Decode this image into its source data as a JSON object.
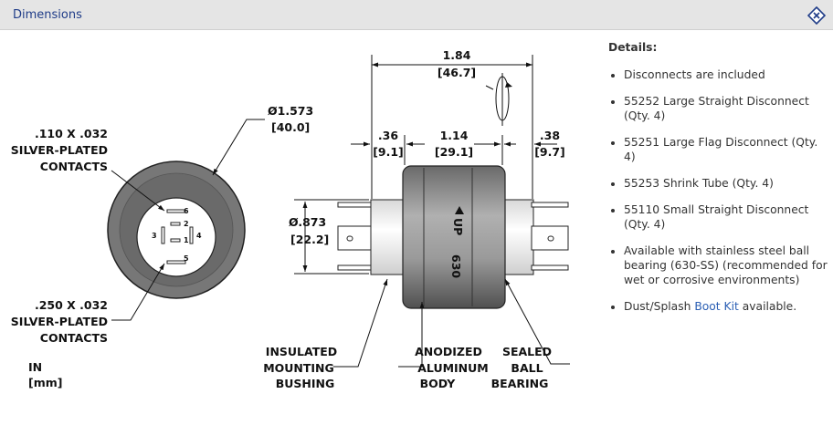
{
  "header": {
    "title": "Dimensions",
    "icon": "expand-diamond-icon"
  },
  "drawing": {
    "labels": {
      "contacts_top": [
        ".110 X .032",
        "SILVER-PLATED",
        "CONTACTS"
      ],
      "contacts_bottom": [
        ".250 X .032",
        "SILVER-PLATED",
        "CONTACTS"
      ],
      "units": [
        "IN",
        "[mm]"
      ],
      "bushing": [
        "INSULATED",
        "MOUNTING",
        "BUSHING"
      ],
      "body": [
        "ANODIZED",
        "ALUMINUM",
        "BODY"
      ],
      "bearing": [
        "SEALED",
        "BALL",
        "BEARING"
      ],
      "up": "UP",
      "model": "630"
    },
    "pins": [
      "1",
      "2",
      "3",
      "4",
      "5",
      "6"
    ],
    "dims": {
      "outer_dia": "Ø1.573",
      "outer_dia_mm": "[40.0]",
      "body_dia": "Ø.873",
      "body_dia_mm": "[22.2]",
      "overall": "1.84",
      "overall_mm": "[46.7]",
      "left": ".36",
      "left_mm": "[9.1]",
      "mid": "1.14",
      "mid_mm": "[29.1]",
      "right": ".38",
      "right_mm": "[9.7]"
    }
  },
  "details": {
    "title": "Details:",
    "items": [
      {
        "text": "Disconnects are included"
      },
      {
        "text": "55252 Large Straight Disconnect (Qty. 4)"
      },
      {
        "text": "55251 Large Flag Disconnect (Qty. 4)"
      },
      {
        "text": "55253 Shrink Tube (Qty. 4)"
      },
      {
        "text": "55110 Small Straight Disconnect (Qty. 4)"
      },
      {
        "text": "Available with stainless steel ball bearing (630-SS) (recommended for wet or corrosive environments)"
      },
      {
        "pre": "Dust/Splash ",
        "link": "Boot Kit",
        "post": " available."
      }
    ]
  }
}
